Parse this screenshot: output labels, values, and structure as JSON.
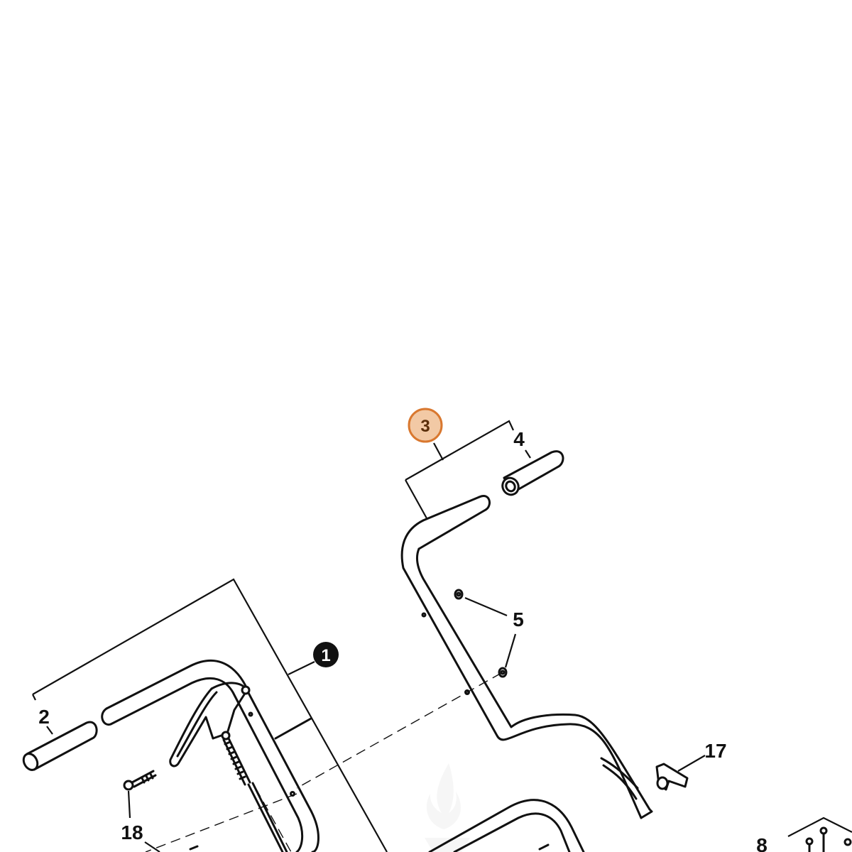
{
  "diagram": {
    "colors": {
      "line": "#111111",
      "highlight_fill": "#f2c9a5",
      "highlight_stroke": "#d9782f",
      "highlight_text": "#5a2e0a",
      "filled_callout": "#111111",
      "watermark": "#eeeeee"
    },
    "callouts": {
      "c1": "1",
      "c2": "2",
      "c3": "3",
      "c4": "4",
      "c5": "5",
      "c8": "8",
      "c17": "17",
      "c18": "18"
    },
    "highlighted_callout": "3"
  }
}
